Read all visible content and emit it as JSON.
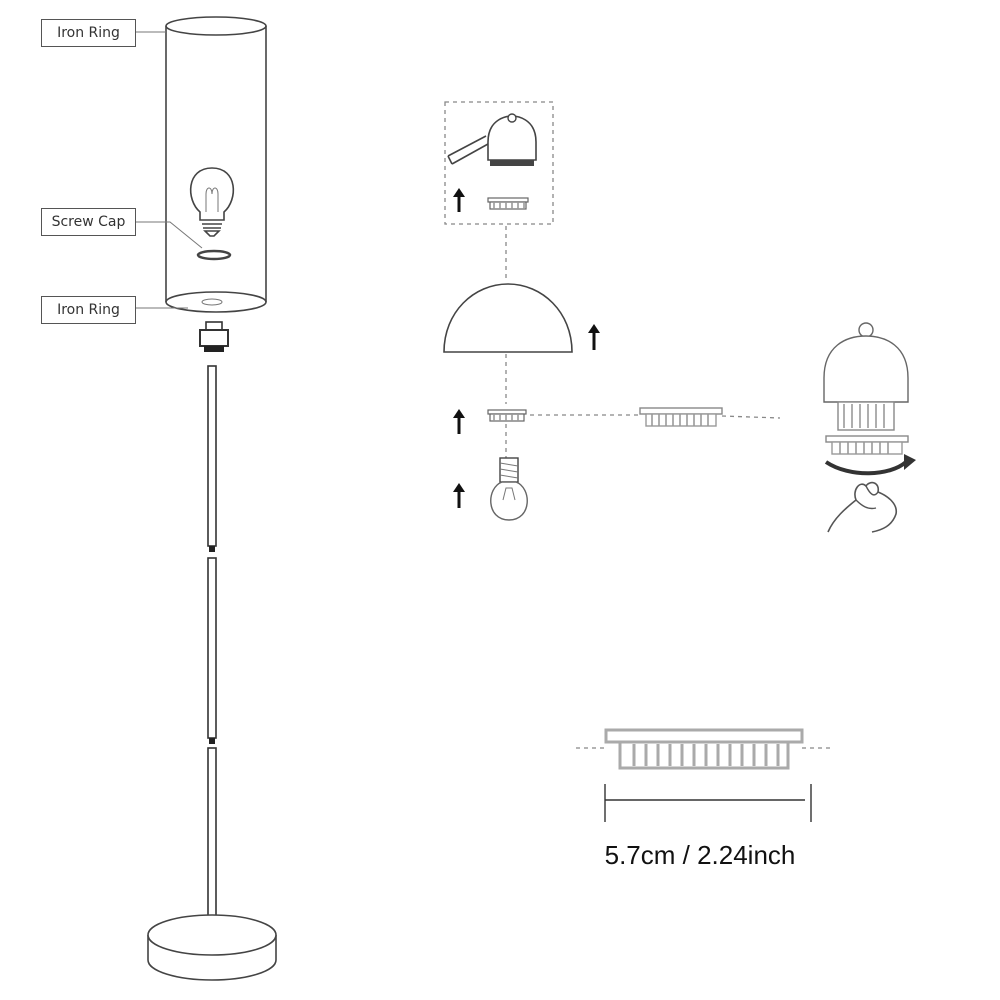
{
  "labels": {
    "iron_ring_top": "Iron Ring",
    "screw_cap": "Screw Cap",
    "iron_ring_bottom": "Iron Ring"
  },
  "dimension": {
    "text": "5.7cm / 2.24inch"
  },
  "colors": {
    "line": "#444444",
    "text": "#333333",
    "background": "#ffffff"
  }
}
